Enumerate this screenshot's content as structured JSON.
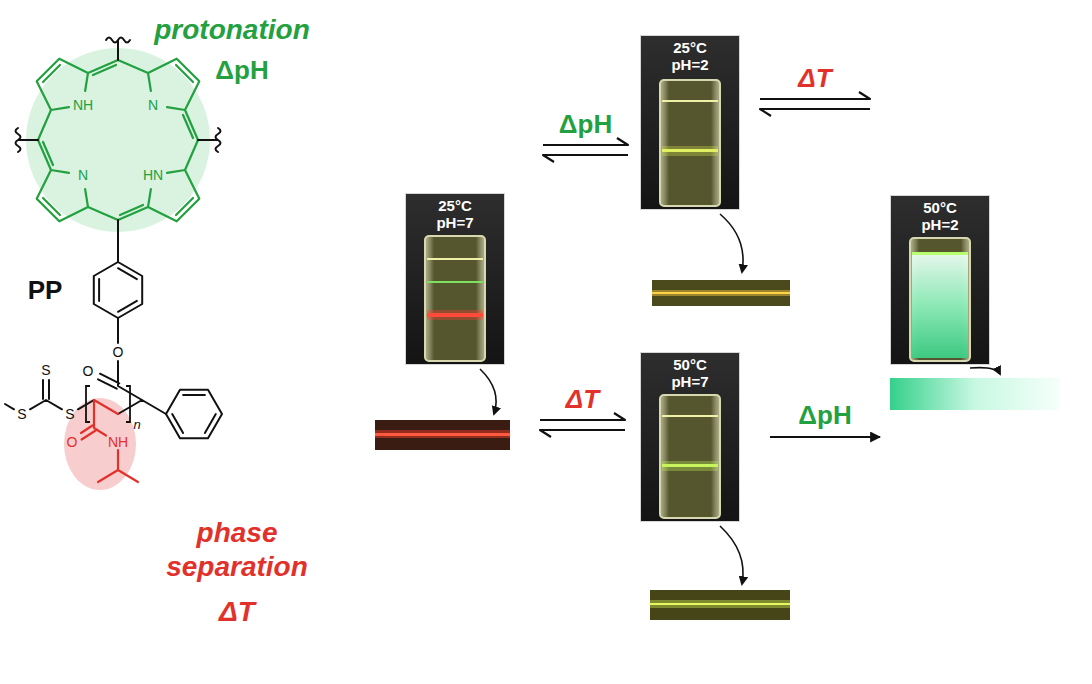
{
  "diagram": {
    "nodes": [
      {
        "text": [
          "25°C pH=2"
        ]
      },
      {
        "text": [
          "25°C pH=7"
        ]
      },
      {
        "text": [
          "50°C pH=2"
        ]
      },
      {
        "text": [
          "50°C pH=7"
        ]
      }
    ],
    "edges": [
      {
        "from": 1,
        "to": 0,
        "label": "ΔpH",
        "arrow": "both"
      },
      {
        "from": 0,
        "to": 2,
        "label": "ΔT",
        "arrow": "both"
      },
      {
        "from": 1,
        "to": 3,
        "label": "ΔT",
        "arrow": "both"
      },
      {
        "from": 3,
        "to": 2,
        "label": "ΔpH",
        "arrow": "to"
      }
    ],
    "labels": [
      "protonation",
      "ΔpH",
      "PP",
      "phase separation",
      "ΔT",
      "NH",
      "N",
      "N",
      "HN",
      "O",
      "O",
      "S",
      "S",
      "S",
      "O",
      "NH",
      "n"
    ]
  }
}
